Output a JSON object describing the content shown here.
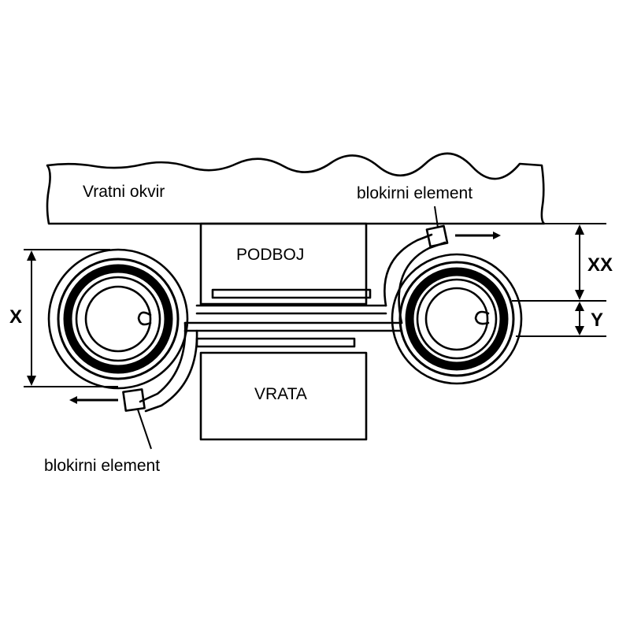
{
  "labels": {
    "door_frame": "Vratni okvir",
    "blocking_element_top": "blokirni element",
    "blocking_element_bottom": "blokirni element",
    "strike_plate": "PODBOJ",
    "door": "VRATA",
    "dim_x": "X",
    "dim_xx": "XX",
    "dim_y": "Y"
  },
  "colors": {
    "ink": "#000000",
    "paper": "#ffffff"
  }
}
